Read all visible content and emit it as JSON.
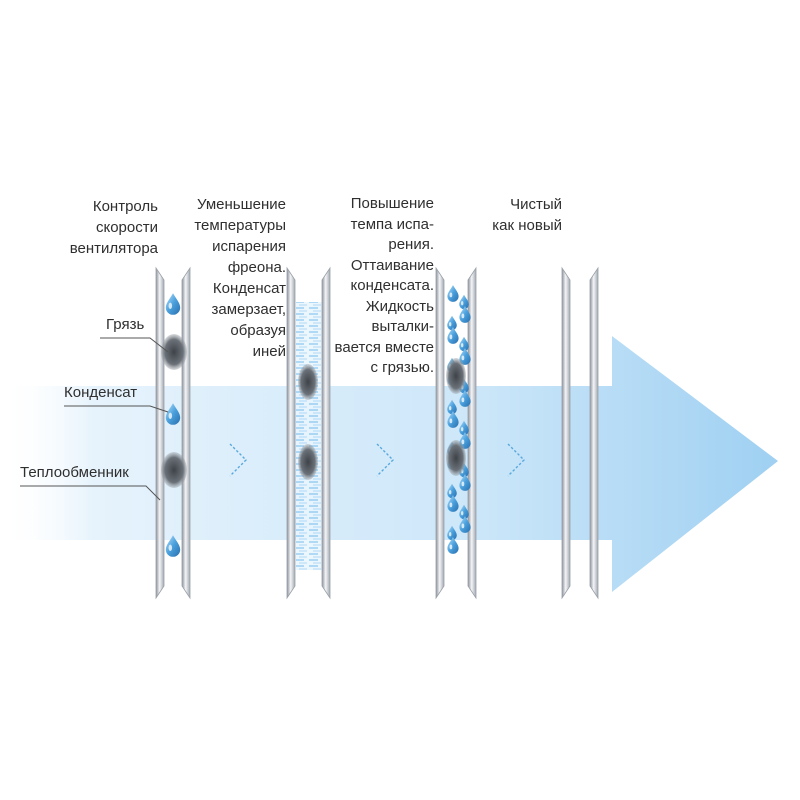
{
  "labels": {
    "dirt": "Грязь",
    "condensate": "Конденсат",
    "heat_exchanger": "Теплообменник"
  },
  "stages": [
    {
      "caption_lines": [
        "Контроль",
        "скорости",
        "вентилятора"
      ]
    },
    {
      "caption_lines": [
        "Уменьшение",
        "температуры",
        "испарения",
        "фреона.",
        "Конденсат",
        "замерзает,",
        "образуя",
        "иней"
      ]
    },
    {
      "caption_lines": [
        "Повышение",
        "темпа испа-",
        "рения.",
        "Оттаивание",
        "конденсата.",
        "Жидкость",
        "выталки-",
        "вается вместе",
        "с грязью."
      ]
    },
    {
      "caption_lines": [
        "Чистый",
        "как новый"
      ]
    }
  ],
  "colors": {
    "arrow": "#bfe0f6",
    "drop": "#4aa0dc",
    "dirt": "#5a5f66",
    "panel_edge": "#9aa0a8"
  },
  "icons": {
    "flow": "chevron-right-icon",
    "drop": "water-drop-icon",
    "dirt": "dirt-blob-icon"
  }
}
